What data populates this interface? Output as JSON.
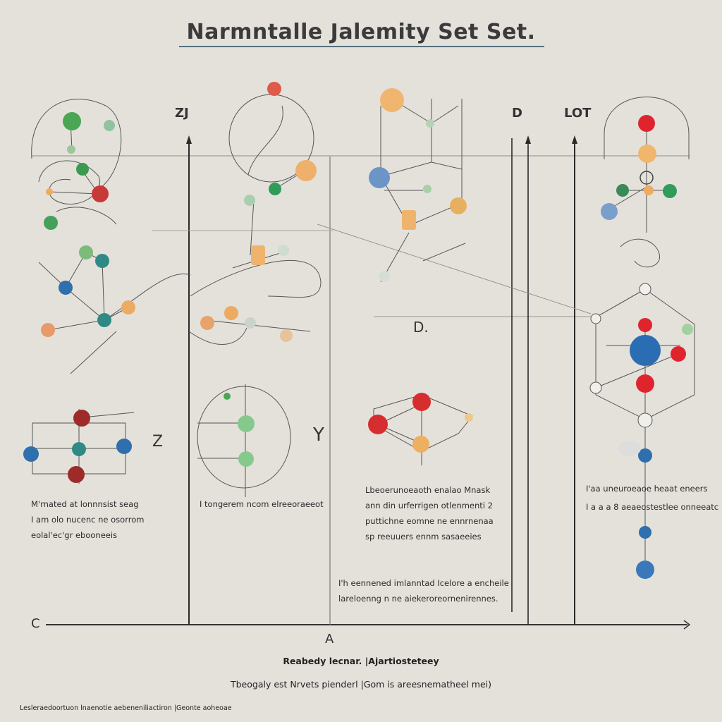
{
  "title": "Narmntalle Jalemity Set  Set.",
  "labels": {
    "top_a": "ZJ",
    "top_b": "D",
    "top_c": "LOT",
    "mid_d": "D.",
    "mid_z": "Z",
    "mid_y": "Y",
    "axis_a": "A",
    "axis_c": "C"
  },
  "captions": {
    "c1": [
      "M'rnated at lonnnsist seag",
      "I am olo nucenc ne osorrom",
      "eolal'ec'gr ebooneeis"
    ],
    "c2": [
      "I tongerem ncom elreeoraeeot"
    ],
    "c3": [
      "Lbeoerunoeaoth enalao Mnask",
      "ann din urferrigen otlenmenti  2",
      "puttichne  eomne ne ennrnenaa",
      "sp reeuuers ennm sasaeeies"
    ],
    "c4": [
      "I'aa uneuroeaoe heaat eneers",
      "I a a a 8 aeaeostestlee onneeatc"
    ],
    "c5": [
      "I'h eennened imlanntad Icelore a encheile",
      "lareloenng n ne aiekeroreornenirennes."
    ]
  },
  "footer": {
    "line1": "Reabedy lecnar. |Ajartiosteteey",
    "line2": "Tbeogaly est Nrvets pienderl  |Gom  is areesnematheel mei)",
    "line3": "Lesleraedoortuon lnaenotie aebeneniliactiron  |Geonte aoheoae"
  },
  "palette": {
    "green": "#4aa653",
    "red": "#d63a36",
    "blue": "#3a78ba",
    "orange": "#ecab62",
    "darkred": "#9c2b2a",
    "teal": "#2f8a86",
    "lightgreen": "#86c98c"
  }
}
